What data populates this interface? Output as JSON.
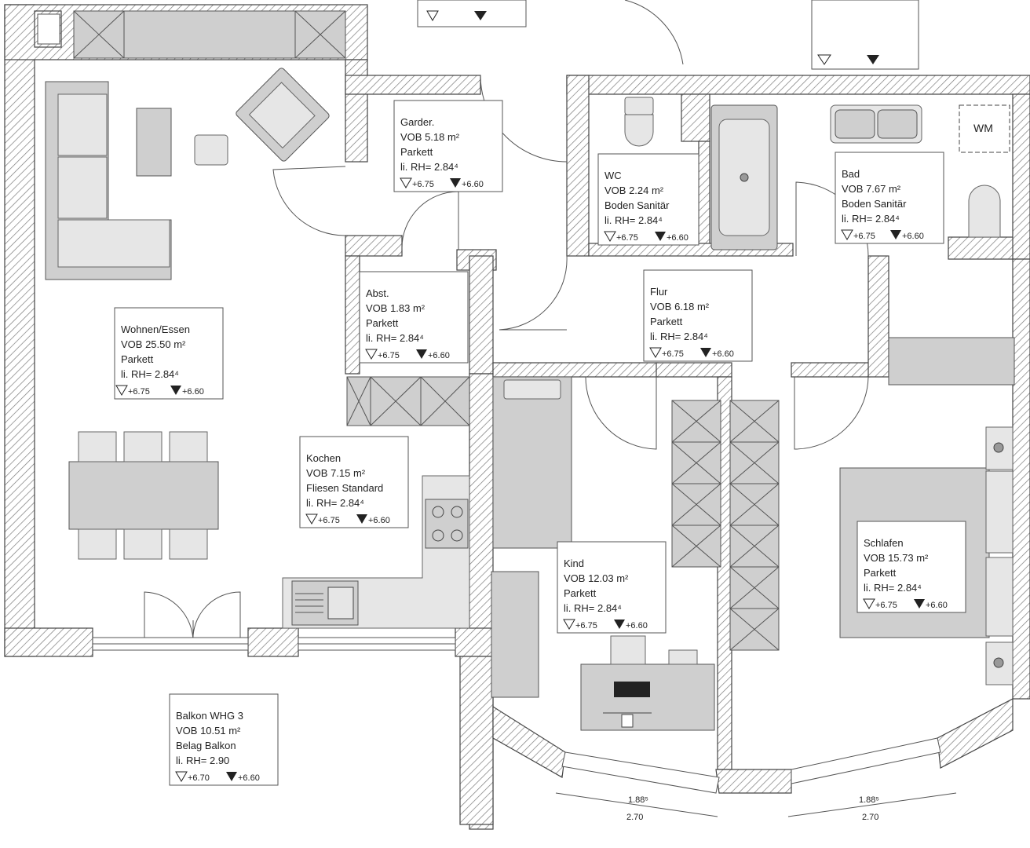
{
  "rooms": {
    "wohnen": {
      "name": "Wohnen/Essen",
      "area": "VOB  25.50 m²",
      "floor": "Parkett",
      "height": "li. RH=  2.84⁴",
      "lvl_top": "+6.75",
      "lvl_bottom": "+6.60"
    },
    "garder": {
      "name": "Garder.",
      "area": "VOB  5.18 m²",
      "floor": "Parkett",
      "height": "li. RH=  2.84⁴",
      "lvl_top": "+6.75",
      "lvl_bottom": "+6.60"
    },
    "wc": {
      "name": "WC",
      "area": "VOB  2.24 m²",
      "floor": "Boden Sanitär",
      "height": "li. RH=  2.84⁴",
      "lvl_top": "+6.75",
      "lvl_bottom": "+6.60"
    },
    "bad": {
      "name": "Bad",
      "area": "VOB  7.67 m²",
      "floor": "Boden Sanitär",
      "height": "li. RH=  2.84⁴",
      "lvl_top": "+6.75",
      "lvl_bottom": "+6.60"
    },
    "abst": {
      "name": "Abst.",
      "area": "VOB  1.83 m²",
      "floor": "Parkett",
      "height": "li. RH=  2.84⁴",
      "lvl_top": "+6.75",
      "lvl_bottom": "+6.60"
    },
    "flur": {
      "name": "Flur",
      "area": "VOB  6.18 m²",
      "floor": "Parkett",
      "height": "li. RH=  2.84⁴",
      "lvl_top": "+6.75",
      "lvl_bottom": "+6.60"
    },
    "kochen": {
      "name": "Kochen",
      "area": "VOB  7.15 m²",
      "floor": "Fliesen Standard",
      "height": "li. RH=  2.84⁴",
      "lvl_top": "+6.75",
      "lvl_bottom": "+6.60"
    },
    "kind": {
      "name": "Kind",
      "area": "VOB  12.03 m²",
      "floor": "Parkett",
      "height": "li. RH=  2.84⁴",
      "lvl_top": "+6.75",
      "lvl_bottom": "+6.60"
    },
    "schlafen": {
      "name": "Schlafen",
      "area": "VOB  15.73 m²",
      "floor": "Parkett",
      "height": "li. RH=  2.84⁴",
      "lvl_top": "+6.75",
      "lvl_bottom": "+6.60"
    },
    "balkon": {
      "name": "Balkon WHG 3",
      "area": "VOB  10.51 m²",
      "floor": "Belag Balkon",
      "height": "li. RH=  2.90",
      "lvl_top": "+6.70",
      "lvl_bottom": "+6.60"
    }
  },
  "fixtures": {
    "washing_machine": "WM"
  },
  "dimensions": {
    "left_window_top": "1.88⁵",
    "left_window_bottom": "2.70",
    "right_window_top": "1.88⁵",
    "right_window_bottom": "2.70"
  },
  "colors": {
    "wall_hatch": "#7a7a7a",
    "furniture_fill": "#cfcfcf",
    "background": "#ffffff"
  }
}
